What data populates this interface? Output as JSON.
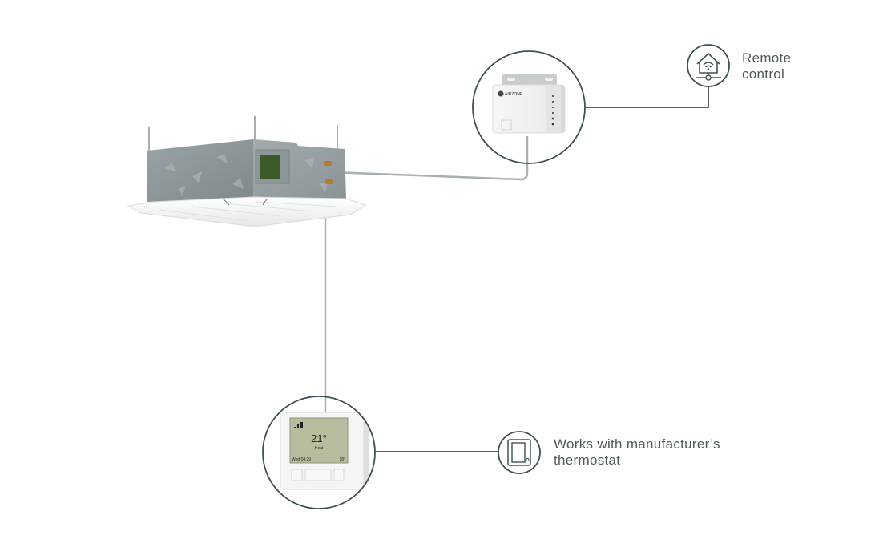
{
  "diagram": {
    "title": "Cassette AC unit connection diagram",
    "colors": {
      "connector_line": "#3e5256",
      "cable": "#a9b0b3",
      "label_text": "#4d5a5c",
      "galvanized_box": "#8c9598",
      "panel": "#f3f4f4",
      "pcb": "#3c5a28",
      "lcd_background": "#b9bda0"
    },
    "nodes": [
      {
        "id": "indoor-unit",
        "kind": "cassette air conditioner"
      },
      {
        "id": "wifi-module",
        "kind": "remote control gateway",
        "brand_text": "AIRZONE"
      },
      {
        "id": "wall-thermostat",
        "kind": "wired thermostat"
      }
    ],
    "labels": {
      "remote_control": {
        "line1": "Remote",
        "line2": "control",
        "icon": "smart-home-wifi-icon"
      },
      "thermostat": {
        "line1": "Works with manufacturer’s",
        "line2": "thermostat",
        "icon": "thermostat-icon"
      }
    },
    "thermostat_display": {
      "temperature": "21°",
      "mode": "Heat",
      "datetime": "Wed 04:29",
      "setpoint": "18°",
      "signal_bars": 3
    },
    "module_brand": "AIRZONE"
  }
}
